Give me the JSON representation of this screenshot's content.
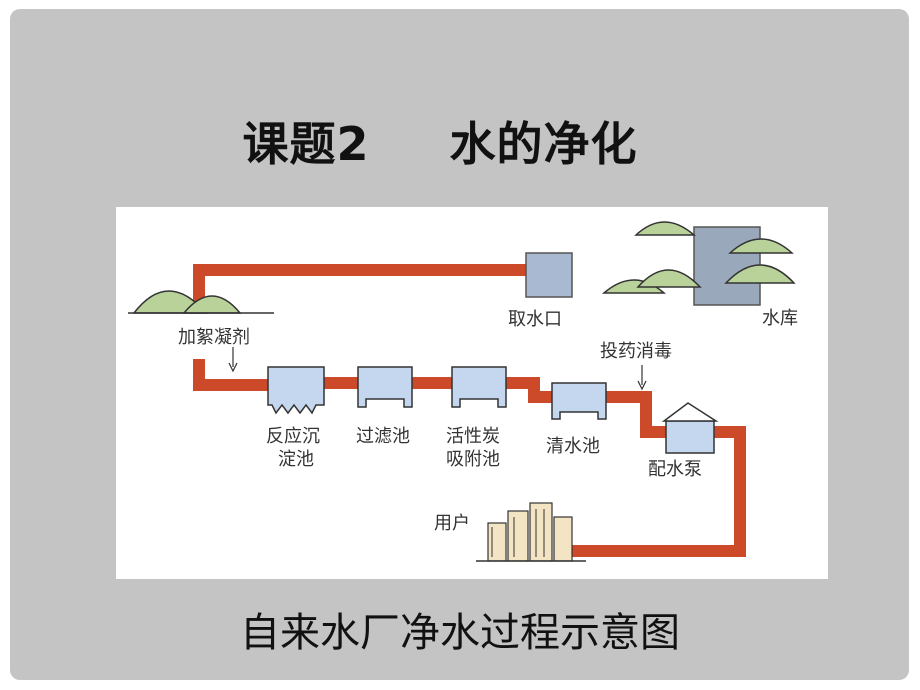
{
  "title": {
    "topic": "课题2",
    "subject": "水的净化"
  },
  "caption": "自来水厂净水过程示意图",
  "colors": {
    "pipe": "#cc4a2a",
    "tank": "#c5d7ef",
    "reservoir": "#9aa8bc",
    "hill": "#b9d29a",
    "background": "#c4c4c4"
  },
  "labels": {
    "intake": "取水口",
    "reservoir": "水库",
    "coagulant": "加絮凝剂",
    "disinfect": "投药消毒",
    "sediment_1": "反应沉",
    "sediment_2": "淀池",
    "filter": "过滤池",
    "carbon_1": "活性炭",
    "carbon_2": "吸附池",
    "clear": "清水池",
    "pump": "配水泵",
    "user": "用户"
  }
}
